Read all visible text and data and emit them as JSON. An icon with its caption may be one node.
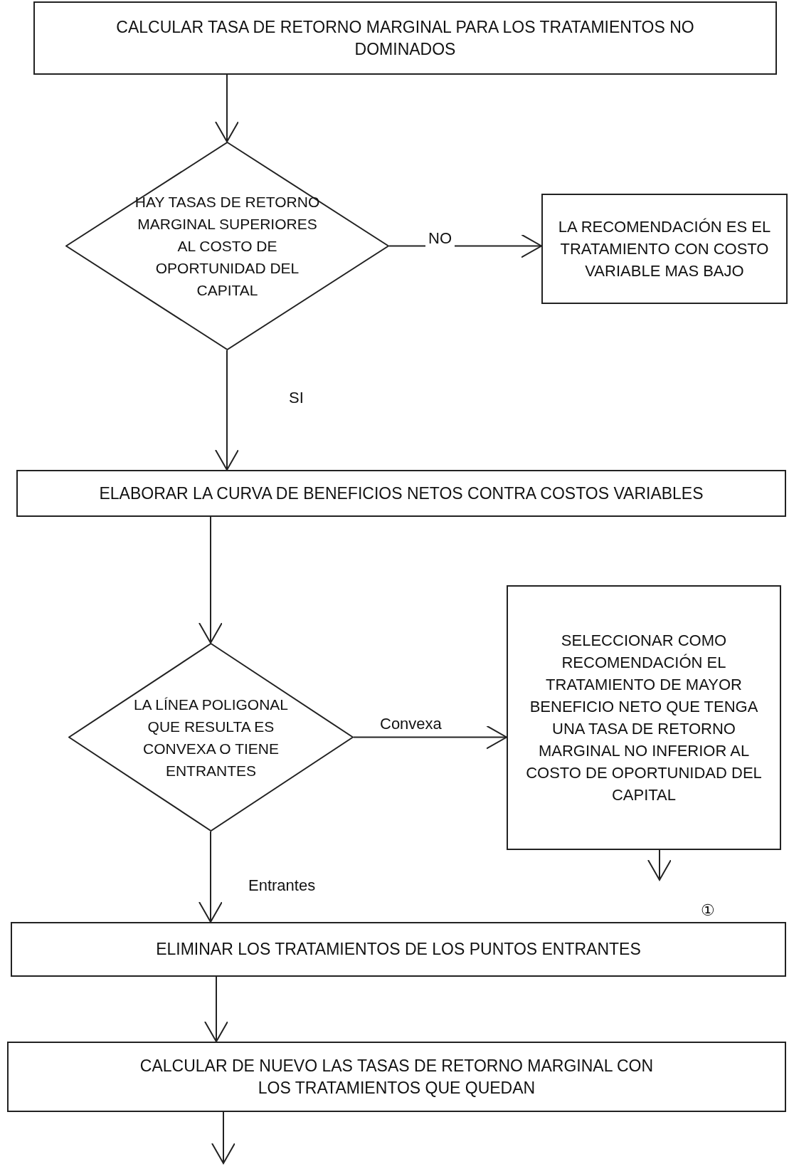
{
  "diagram": {
    "nodes": [
      {
        "text": [
          "CALCULAR TASA DE RETORNO MARGINAL PARA LOS TRATAMIENTOS NO DOMINADOS"
        ]
      },
      {
        "text": [
          "HAY TASAS DE RETORNO MARGINAL SUPERIORES AL COSTO DE OPORTUNIDAD DEL CAPITAL"
        ]
      },
      {
        "text": [
          "LA RECOMENDACIÓN ES EL TRATAMIENTO CON COSTO VARIABLE MAS BAJO"
        ]
      },
      {
        "text": [
          "ELABORAR LA CURVA DE BENEFICIOS NETOS CONTRA COSTOS VARIABLES"
        ]
      },
      {
        "text": [
          "LA LÍNEA POLIGONAL QUE RESULTA ES CONVEXA O TIENE ENTRANTES"
        ]
      },
      {
        "text": [
          "SELECCIONAR COMO RECOMENDACIÓN EL TRATAMIENTO DE MAYOR BENEFICIO NETO QUE TENGA UNA TASA DE RETORNO MARGINAL NO INFERIOR AL COSTO DE OPORTUNIDAD DEL CAPITAL"
        ]
      },
      {
        "text": [
          "ELIMINAR LOS TRATAMIENTOS DE LOS PUNTOS ENTRANTES"
        ]
      },
      {
        "text": [
          "CALCULAR DE NUEVO LAS TASAS DE RETORNO MARGINAL CON LOS TRATAMIENTOS QUE QUEDAN"
        ]
      }
    ],
    "edges": [
      {
        "from": 0,
        "to": 1,
        "arrow": "to"
      },
      {
        "from": 1,
        "to": 2,
        "arrow": "to",
        "label": "NO"
      },
      {
        "from": 1,
        "to": 3,
        "arrow": "to",
        "label": "SI"
      },
      {
        "from": 3,
        "to": 4,
        "arrow": "to"
      },
      {
        "from": 4,
        "to": 5,
        "arrow": "to",
        "label": "Convexa"
      },
      {
        "from": 5,
        "to": null,
        "arrow": "to"
      },
      {
        "from": 4,
        "to": 6,
        "arrow": "to",
        "label": "Entrantes"
      },
      {
        "from": 6,
        "to": 7,
        "arrow": "to"
      },
      {
        "from": 7,
        "to": null,
        "arrow": "to"
      }
    ],
    "labels": [
      "①"
    ]
  }
}
